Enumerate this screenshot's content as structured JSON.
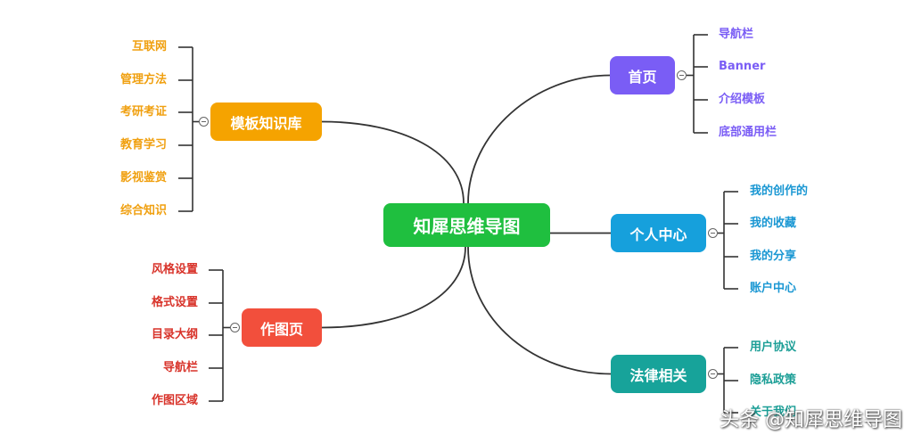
{
  "center": {
    "label": "知犀思维导图",
    "color": "#1fbf3f"
  },
  "branches": [
    {
      "id": "home",
      "label": "首页",
      "color": "#7a5df5",
      "text_color": "#7a5df5",
      "children": [
        "导航栏",
        "Banner",
        "介绍模板",
        "底部通用栏"
      ]
    },
    {
      "id": "personal",
      "label": "个人中心",
      "color": "#16a0dc",
      "text_color": "#1a97d3",
      "children": [
        "我的创作的",
        "我的收藏",
        "我的分享",
        "账户中心"
      ]
    },
    {
      "id": "legal",
      "label": "法律相关",
      "color": "#17a39a",
      "text_color": "#1b9e96",
      "children": [
        "用户协议",
        "隐私政策",
        "关于我们"
      ]
    },
    {
      "id": "templates",
      "label": "模板知识库",
      "color": "#f5a300",
      "text_color": "#f0a010",
      "children": [
        "互联网",
        "管理方法",
        "考研考证",
        "教育学习",
        "影视鉴赏",
        "综合知识"
      ]
    },
    {
      "id": "drawing",
      "label": "作图页",
      "color": "#f24f3c",
      "text_color": "#d8332a",
      "children": [
        "风格设置",
        "格式设置",
        "目录大纲",
        "导航栏",
        "作图区域"
      ]
    }
  ],
  "watermark": "头条 @知犀思维导图"
}
